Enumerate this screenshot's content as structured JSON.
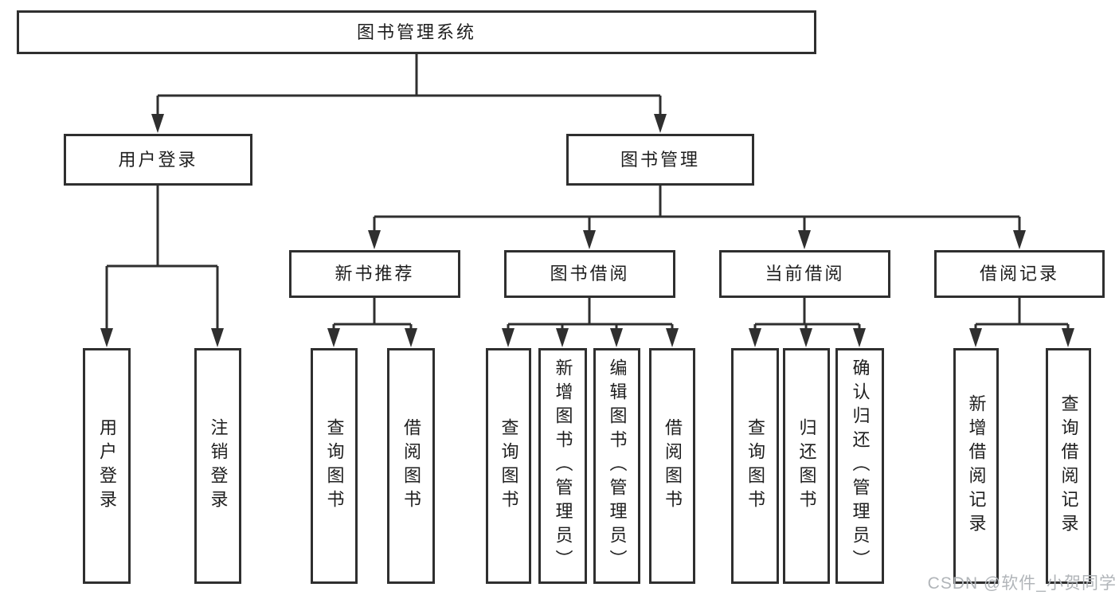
{
  "diagram_type": "hierarchy-tree",
  "colors": {
    "background": "#ffffff",
    "line": "#2f2f2f",
    "box_border": "#2f2f2f",
    "box_fill": "#ffffff",
    "text": "#1e1e1e",
    "watermark": "#b1b5b9"
  },
  "watermark": {
    "text": "CSDN @软件_小贺同学"
  },
  "tree": {
    "label": "图书管理系统",
    "children": [
      {
        "label": "用户登录",
        "children": [
          {
            "label": "用户登录"
          },
          {
            "label": "注销登录"
          }
        ]
      },
      {
        "label": "图书管理",
        "children": [
          {
            "label": "新书推荐",
            "children": [
              {
                "label": "查询图书"
              },
              {
                "label": "借阅图书"
              }
            ]
          },
          {
            "label": "图书借阅",
            "children": [
              {
                "label": "查询图书"
              },
              {
                "label": "新增图书（管理员）"
              },
              {
                "label": "编辑图书（管理员）"
              },
              {
                "label": "借阅图书"
              }
            ]
          },
          {
            "label": "当前借阅",
            "children": [
              {
                "label": "查询图书"
              },
              {
                "label": "归还图书"
              },
              {
                "label": "确认归还（管理员）"
              }
            ]
          },
          {
            "label": "借阅记录",
            "children": [
              {
                "label": "新增借阅记录"
              },
              {
                "label": "查询借阅记录"
              }
            ]
          }
        ]
      }
    ]
  }
}
